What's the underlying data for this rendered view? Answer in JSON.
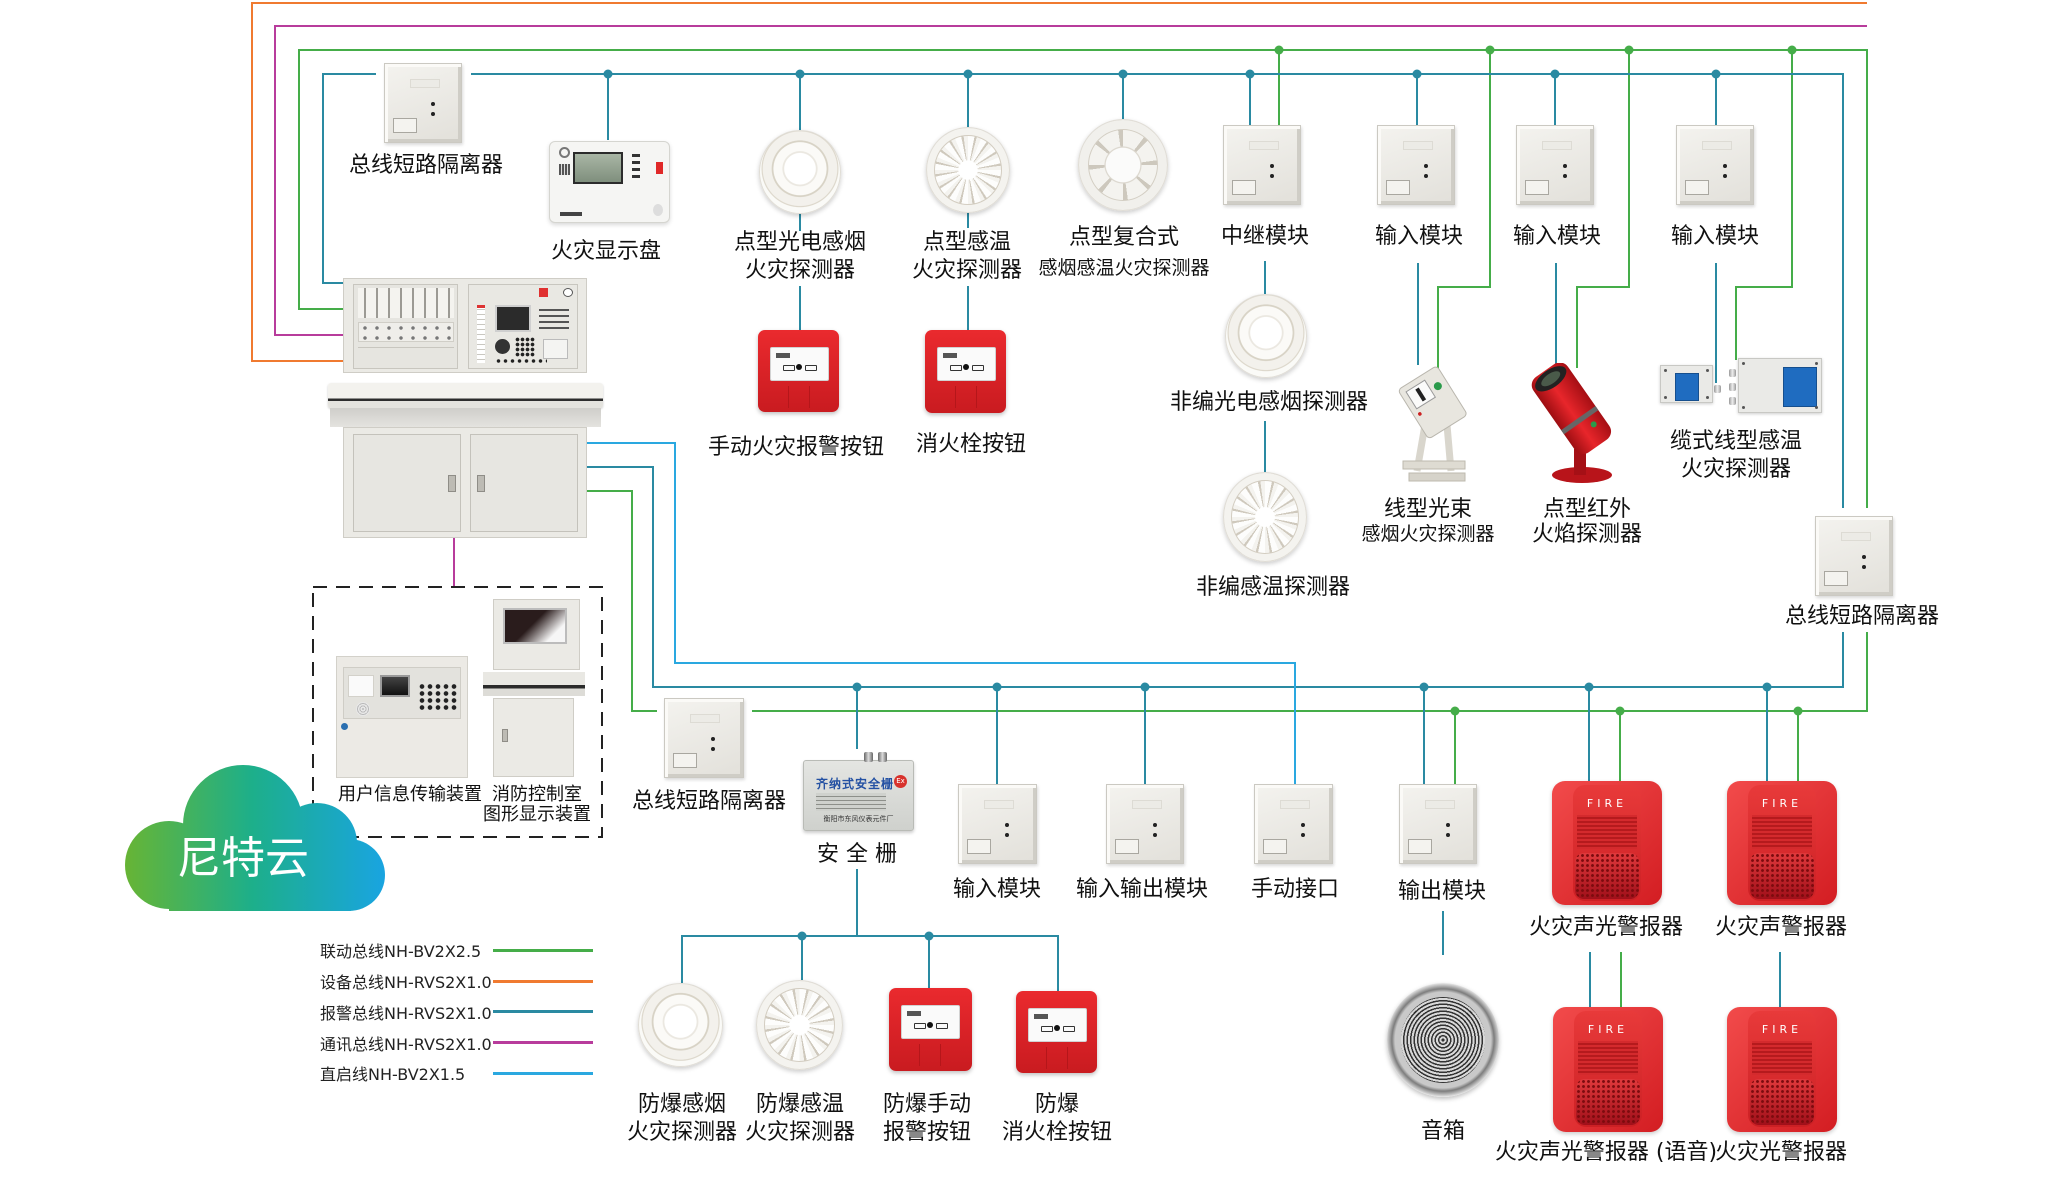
{
  "legend": [
    {
      "key": "linkage",
      "label": "联动总线NH-BV2X2.5",
      "color": "#45ad49"
    },
    {
      "key": "device",
      "label": "设备总线NH-RVS2X1.0",
      "color": "#f07a30"
    },
    {
      "key": "alarm",
      "label": "报警总线NH-RVS2X1.0",
      "color": "#2a8aa2"
    },
    {
      "key": "comm",
      "label": "通讯总线NH-RVS2X1.0",
      "color": "#b83c9c"
    },
    {
      "key": "direct",
      "label": "直启线NH-BV2X1.5",
      "color": "#2aa8e0"
    }
  ],
  "cloud": {
    "label": "尼特云",
    "gradient_start": "#6cb52f",
    "gradient_mid": "#1daf8a",
    "gradient_end": "#19a4e2"
  },
  "devices": {
    "alarm_face_text": "FIRE",
    "isolator_top": {
      "label": [
        "总线短路隔离器"
      ]
    },
    "fire_display_panel": {
      "label": [
        "火灾显示盘"
      ]
    },
    "photo_smoke_detector": {
      "label": [
        "点型光电感烟",
        "火灾探测器"
      ]
    },
    "heat_detector": {
      "label": [
        "点型感温",
        "火灾探测器"
      ]
    },
    "composite_detector": {
      "label": [
        "点型复合式",
        "感烟感温火灾探测器"
      ]
    },
    "relay_module": {
      "label": [
        "中继模块"
      ]
    },
    "input_module_1": {
      "label": [
        "输入模块"
      ]
    },
    "input_module_2": {
      "label": [
        "输入模块"
      ]
    },
    "input_module_3": {
      "label": [
        "输入模块"
      ]
    },
    "manual_call_point": {
      "label": [
        "手动火灾报警按钮"
      ]
    },
    "hydrant_button": {
      "label": [
        "消火栓按钮"
      ]
    },
    "noncoded_smoke_detector": {
      "label": [
        "非编光电感烟探测器"
      ]
    },
    "noncoded_heat_detector": {
      "label": [
        "非编感温探测器"
      ]
    },
    "beam_detector": {
      "label": [
        "线型光束",
        "感烟火灾探测器"
      ]
    },
    "flame_detector": {
      "label": [
        "点型红外",
        "火焰探测器"
      ]
    },
    "cable_heat_detector": {
      "label": [
        "缆式线型感温",
        "火灾探测器"
      ]
    },
    "isolator_right": {
      "label": [
        "总线短路隔离器"
      ]
    },
    "user_info_device": {
      "label": [
        "用户信息传输装置"
      ]
    },
    "graphic_display_device": {
      "label": [
        "消防控制室",
        "图形显示装置"
      ]
    },
    "isolator_bottom": {
      "label": [
        "总线短路隔离器"
      ]
    },
    "safety_barrier": {
      "label": [
        "安 全 栅"
      ],
      "title": "齐纳式安全栅",
      "badge": "Ex",
      "maker": "衡阳市东风仪表元件厂"
    },
    "input_module_4": {
      "label": [
        "输入模块"
      ]
    },
    "io_module": {
      "label": [
        "输入输出模块"
      ]
    },
    "manual_interface": {
      "label": [
        "手动接口"
      ]
    },
    "output_module": {
      "label": [
        "输出模块"
      ]
    },
    "sound_light_alarm": {
      "label": [
        "火灾声光警报器"
      ]
    },
    "sound_alarm": {
      "label": [
        "火灾声警报器"
      ]
    },
    "speaker": {
      "label": [
        "音箱"
      ]
    },
    "voice_alarm": {
      "label": [
        "火灾声光警报器 (语音)"
      ]
    },
    "light_alarm": {
      "label": [
        "火灾光警报器"
      ]
    },
    "ex_smoke_detector": {
      "label": [
        "防爆感烟",
        "火灾探测器"
      ]
    },
    "ex_heat_detector": {
      "label": [
        "防爆感温",
        "火灾探测器"
      ]
    },
    "ex_manual_button": {
      "label": [
        "防爆手动",
        "报警按钮"
      ]
    },
    "ex_hydrant_button": {
      "label": [
        "防爆",
        "消火栓按钮"
      ]
    }
  }
}
